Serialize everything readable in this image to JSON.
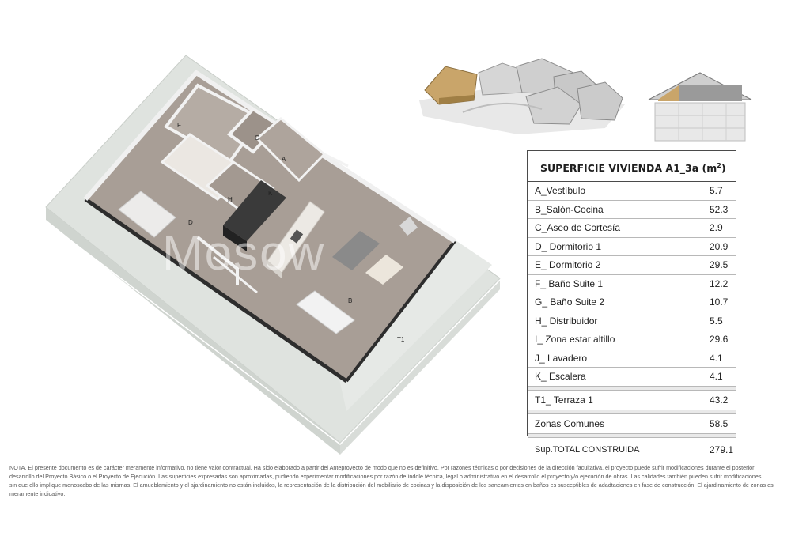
{
  "plan": {
    "room_labels": {
      "A": "A",
      "B": "B",
      "C": "C",
      "D": "D",
      "F": "F",
      "H": "H",
      "K": "K",
      "T1": "T1"
    },
    "colors": {
      "terrace": "#dfe3df",
      "terrace_edge": "#c9cec9",
      "floor": "#a89e96",
      "floor_dark": "#8f857d",
      "wall": "#f2f2f2",
      "wall_dark": "#2d2d2d",
      "kitchen_island": "#ece9e4",
      "sofa": "#8a8a8a"
    }
  },
  "watermark": "Mosow",
  "table": {
    "title": "SUPERFICIE VIVIENDA A1_3a (m",
    "title_sup": "2",
    "title_close": ")",
    "rows": [
      {
        "label": "A_Vestíbulo",
        "value": "5.7"
      },
      {
        "label": "B_Salón-Cocina",
        "value": "52.3"
      },
      {
        "label": "C_Aseo de Cortesía",
        "value": "2.9"
      },
      {
        "label": "D_ Dormitorio 1",
        "value": "20.9"
      },
      {
        "label": "E_ Dormitorio 2",
        "value": "29.5"
      },
      {
        "label": "F_ Baño Suite 1",
        "value": "12.2"
      },
      {
        "label": "G_ Baño Suite 2",
        "value": "10.7"
      },
      {
        "label": "H_ Distribuidor",
        "value": "5.5"
      },
      {
        "label": "I_ Zona estar altillo",
        "value": "29.6"
      },
      {
        "label": "J_ Lavadero",
        "value": "4.1"
      },
      {
        "label": "K_ Escalera",
        "value": "4.1"
      }
    ],
    "terrace": {
      "label": "T1_ Terraza 1",
      "value": "43.2"
    },
    "common": {
      "label": "Zonas Comunes",
      "value": "58.5"
    },
    "total": {
      "label": "Sup.TOTAL CONSTRUIDA",
      "value": "279.1"
    }
  },
  "note": {
    "line1": "NOTA. El presente documento es de carácter meramente informativo, no tiene valor contractual. Ha sido elaborado a partir del Anteproyecto de modo que no es definitivo. Por razones técnicas o por decisiones de la dirección facultativa, el proyecto puede sufrir modificaciones durante el  posterior",
    "line2": "desarrollo del Proyecto Básico o el Proyecto de Ejecución. Las superficies expresadas son aproximadas, pudiendo experimentar modificaciones por razón de índole técnica, legal o administrativo en el desarrollo el proyecto y/o ejecución de obras. Las calidades también pueden sufrir modificaciones",
    "line3": "sin que ello implique menoscabo de las mismas. El amueblamiento y el ajardinamiento no están incluidos, la representación de la distribución del mobiliario de cocinas y la disposición de los saneamientos en baños es susceptibles de adadtaciones en fase de construcción. El ajardinamiento de zonas es meramente indicativo."
  }
}
